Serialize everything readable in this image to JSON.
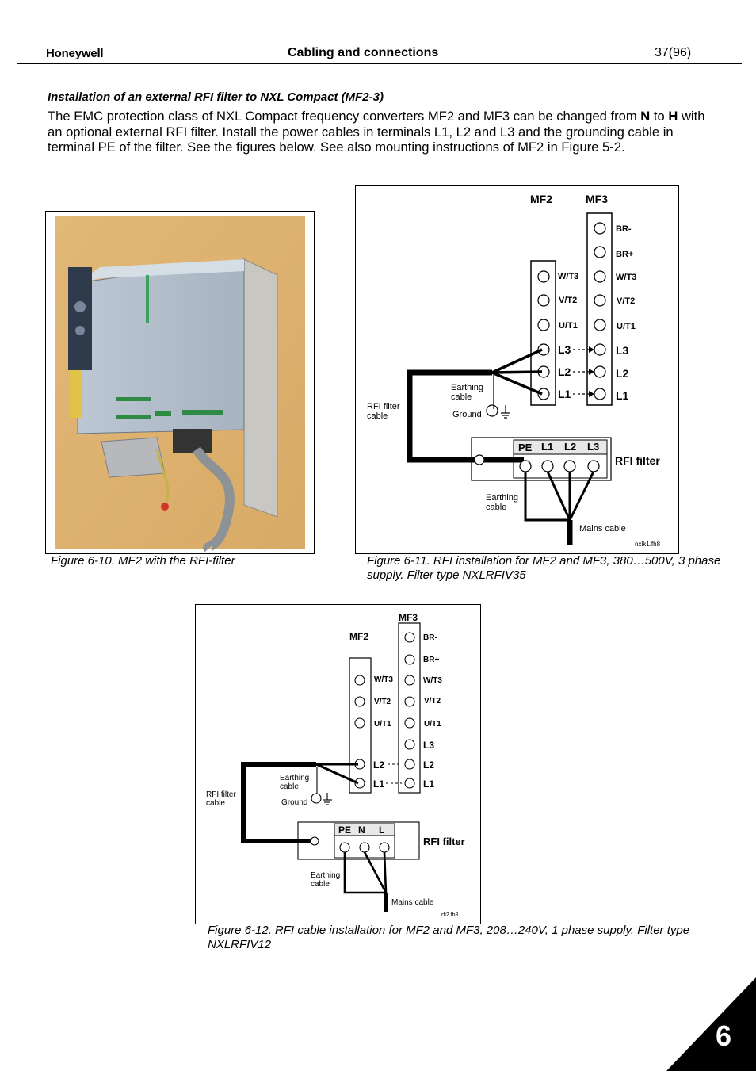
{
  "header": {
    "brand": "Honeywell",
    "title": "Cabling and connections",
    "page": "37(96)"
  },
  "section": {
    "title": "Installation of an external RFI filter to NXL Compact (MF2-3)",
    "intro_1": "The EMC protection class of NXL Compact frequency converters MF2 and MF3 can be changed from ",
    "intro_N": "N",
    "intro_2": " to ",
    "intro_H": "H",
    "intro_3": " with an optional external RFI filter. Install the power cables in terminals L1, L2 and L3 and the grounding cable in terminal PE of the filter. See the figures below. See also mounting instructions of MF2 in  Figure 5-2."
  },
  "figures": {
    "fig10_caption": "Figure 6-10. MF2 with the RFI-filter",
    "fig11_caption": "Figure 6-11. RFI installation for MF2 and MF3, 380…500V, 3 phase supply. Filter type NXLRFIV35",
    "fig12_caption": "Figure 6-12. RFI cable installation for MF2 and MF3, 208…240V, 1 phase supply. Filter type NXLRFIV12"
  },
  "fig11": {
    "mf2": "MF2",
    "mf3": "MF3",
    "br_minus": "BR-",
    "br_plus": "BR+",
    "wt3": "W/T3",
    "vt2": "V/T2",
    "ut1": "U/T1",
    "l3": "L3",
    "l2": "L2",
    "l1": "L1",
    "earthing_1": "Earthing",
    "earthing_2": "cable",
    "rfi_cable_1": "RFI filter",
    "rfi_cable_2": "cable",
    "ground": "Ground",
    "pe": "PE",
    "rfi_filter": "RFI filter",
    "mains": "Mains cable",
    "file": "nxlk1.fh8"
  },
  "fig12": {
    "mf2": "MF2",
    "mf3": "MF3",
    "br_minus": "BR-",
    "br_plus": "BR+",
    "wt3": "W/T3",
    "vt2": "V/T2",
    "ut1": "U/T1",
    "l3": "L3",
    "l2": "L2",
    "l1": "L1",
    "earthing_1": "Earthing",
    "earthing_2": "cable",
    "rfi_cable_1": "RFI filter",
    "rfi_cable_2": "cable",
    "ground": "Ground",
    "pe": "PE",
    "n": "N",
    "l": "L",
    "rfi_filter": "RFI filter",
    "mains": "Mains cable",
    "file": "rfi2.fh8"
  },
  "chapter_tab": "6"
}
